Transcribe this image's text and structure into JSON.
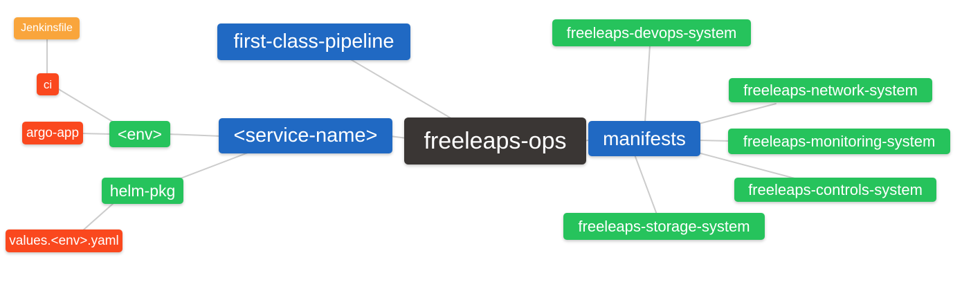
{
  "diagram": {
    "type": "mindmap",
    "root": "freeleaps-ops",
    "background_color": "#ffffff",
    "connector_color": "#cccccc",
    "palette": {
      "blue": "#2069c3",
      "green": "#26c35c",
      "orange": "#f9a53c",
      "red": "#fa481e",
      "dark": "#3a3634",
      "text": "#ffffff"
    },
    "nodes": {
      "jenkinsfile": {
        "label": "Jenkinsfile",
        "color": "orange"
      },
      "ci": {
        "label": "ci",
        "color": "red"
      },
      "argo_app": {
        "label": "argo-app",
        "color": "red"
      },
      "env": {
        "label": "<env>",
        "color": "green"
      },
      "first_class_pipeline": {
        "label": "first-class-pipeline",
        "color": "blue"
      },
      "service_name": {
        "label": "<service-name>",
        "color": "blue"
      },
      "freeleaps_ops": {
        "label": "freeleaps-ops",
        "color": "dark"
      },
      "manifests": {
        "label": "manifests",
        "color": "blue"
      },
      "helm_pkg": {
        "label": "helm-pkg",
        "color": "green"
      },
      "values_env_yaml": {
        "label": "values.<env>.yaml",
        "color": "red"
      },
      "devops_system": {
        "label": "freeleaps-devops-system",
        "color": "green"
      },
      "network_system": {
        "label": "freeleaps-network-system",
        "color": "green"
      },
      "monitoring_system": {
        "label": "freeleaps-monitoring-system",
        "color": "green"
      },
      "controls_system": {
        "label": "freeleaps-controls-system",
        "color": "green"
      },
      "storage_system": {
        "label": "freeleaps-storage-system",
        "color": "green"
      }
    },
    "edges": [
      {
        "from": "Jenkinsfile",
        "to": "ci"
      },
      {
        "from": "ci",
        "to": "<env>"
      },
      {
        "from": "argo-app",
        "to": "<env>"
      },
      {
        "from": "<env>",
        "to": "<service-name>"
      },
      {
        "from": "<service-name>",
        "to": "helm-pkg"
      },
      {
        "from": "helm-pkg",
        "to": "values.<env>.yaml"
      },
      {
        "from": "<service-name>",
        "to": "freeleaps-ops"
      },
      {
        "from": "first-class-pipeline",
        "to": "freeleaps-ops"
      },
      {
        "from": "freeleaps-ops",
        "to": "manifests"
      },
      {
        "from": "manifests",
        "to": "freeleaps-devops-system"
      },
      {
        "from": "manifests",
        "to": "freeleaps-network-system"
      },
      {
        "from": "manifests",
        "to": "freeleaps-monitoring-system"
      },
      {
        "from": "manifests",
        "to": "freeleaps-controls-system"
      },
      {
        "from": "manifests",
        "to": "freeleaps-storage-system"
      }
    ]
  }
}
